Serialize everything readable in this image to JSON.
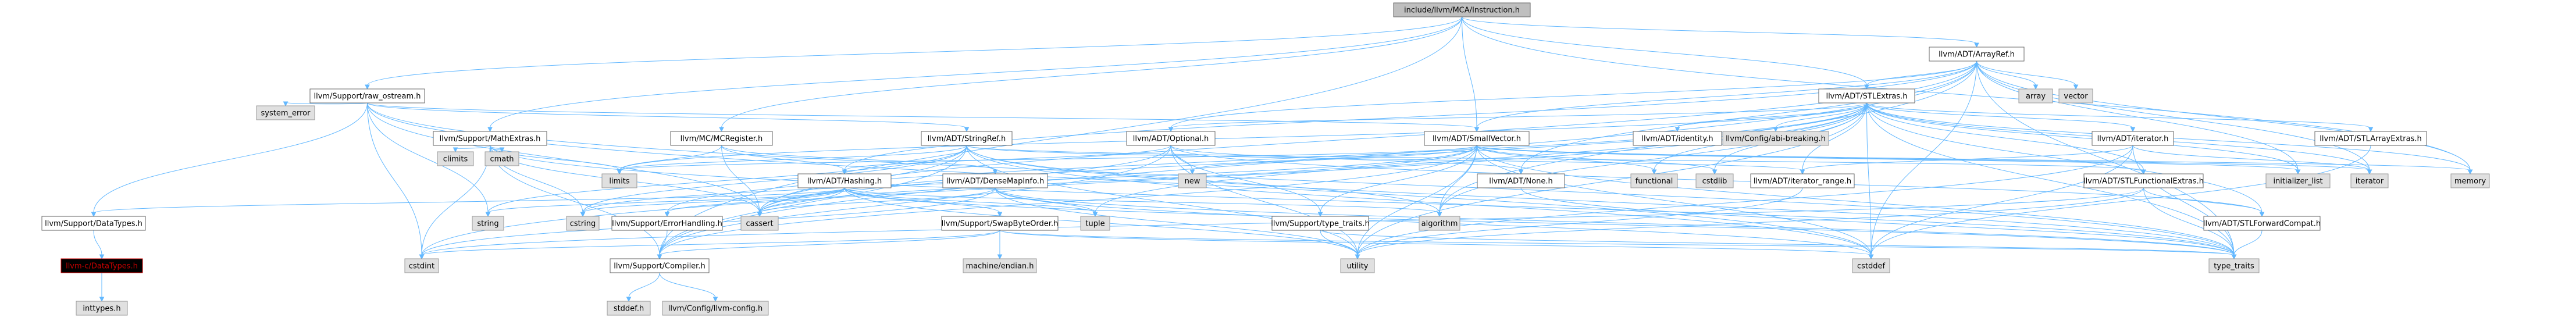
{
  "graph": {
    "nodes": [
      {
        "id": "root",
        "label": "include/llvm/MCA/Instruction.h",
        "kind": "root"
      },
      {
        "id": "arrayref",
        "label": "llvm/ADT/ArrayRef.h",
        "kind": "regular"
      },
      {
        "id": "raw_ostream",
        "label": "llvm/Support/raw_ostream.h",
        "kind": "regular"
      },
      {
        "id": "stlextras",
        "label": "llvm/ADT/STLExtras.h",
        "kind": "regular"
      },
      {
        "id": "array",
        "label": "array",
        "kind": "system"
      },
      {
        "id": "vector",
        "label": "vector",
        "kind": "system"
      },
      {
        "id": "system_error",
        "label": "system_error",
        "kind": "system"
      },
      {
        "id": "mathextras",
        "label": "llvm/Support/MathExtras.h",
        "kind": "regular"
      },
      {
        "id": "mcregister",
        "label": "llvm/MC/MCRegister.h",
        "kind": "regular"
      },
      {
        "id": "stringref",
        "label": "llvm/ADT/StringRef.h",
        "kind": "regular"
      },
      {
        "id": "optional",
        "label": "llvm/ADT/Optional.h",
        "kind": "regular"
      },
      {
        "id": "smallvector",
        "label": "llvm/ADT/SmallVector.h",
        "kind": "regular"
      },
      {
        "id": "identity",
        "label": "llvm/ADT/identity.h",
        "kind": "regular"
      },
      {
        "id": "abibreaking",
        "label": "llvm/Config/abi-breaking.h",
        "kind": "system"
      },
      {
        "id": "iteratorh",
        "label": "llvm/ADT/iterator.h",
        "kind": "regular"
      },
      {
        "id": "stlarrayextras",
        "label": "llvm/ADT/STLArrayExtras.h",
        "kind": "regular"
      },
      {
        "id": "climits",
        "label": "climits",
        "kind": "system"
      },
      {
        "id": "cmath",
        "label": "cmath",
        "kind": "system"
      },
      {
        "id": "limits",
        "label": "limits",
        "kind": "system"
      },
      {
        "id": "hashing",
        "label": "llvm/ADT/Hashing.h",
        "kind": "regular"
      },
      {
        "id": "densemapinfo",
        "label": "llvm/ADT/DenseMapInfo.h",
        "kind": "regular"
      },
      {
        "id": "new",
        "label": "new",
        "kind": "system"
      },
      {
        "id": "none",
        "label": "llvm/ADT/None.h",
        "kind": "regular"
      },
      {
        "id": "functional",
        "label": "functional",
        "kind": "system"
      },
      {
        "id": "cstdlib",
        "label": "cstdlib",
        "kind": "system"
      },
      {
        "id": "iterator_range",
        "label": "llvm/ADT/iterator_range.h",
        "kind": "regular"
      },
      {
        "id": "stlfunctional",
        "label": "llvm/ADT/STLFunctionalExtras.h",
        "kind": "regular"
      },
      {
        "id": "initializer_list",
        "label": "initializer_list",
        "kind": "system"
      },
      {
        "id": "iterator",
        "label": "iterator",
        "kind": "system"
      },
      {
        "id": "memory",
        "label": "memory",
        "kind": "system"
      },
      {
        "id": "datatypes_support",
        "label": "llvm/Support/DataTypes.h",
        "kind": "regular"
      },
      {
        "id": "string",
        "label": "string",
        "kind": "system"
      },
      {
        "id": "cstring",
        "label": "cstring",
        "kind": "system"
      },
      {
        "id": "errorhandling",
        "label": "llvm/Support/ErrorHandling.h",
        "kind": "regular"
      },
      {
        "id": "cassert",
        "label": "cassert",
        "kind": "system"
      },
      {
        "id": "swapbyteorder",
        "label": "llvm/Support/SwapByteOrder.h",
        "kind": "regular"
      },
      {
        "id": "tuple",
        "label": "tuple",
        "kind": "system"
      },
      {
        "id": "typetraits_support",
        "label": "llvm/Support/type_traits.h",
        "kind": "regular"
      },
      {
        "id": "algorithm",
        "label": "algorithm",
        "kind": "system"
      },
      {
        "id": "stlforwardcompat",
        "label": "llvm/ADT/STLForwardCompat.h",
        "kind": "regular"
      },
      {
        "id": "cdatatypes",
        "label": "llvm-c/DataTypes.h",
        "kind": "highlight"
      },
      {
        "id": "cstdint",
        "label": "cstdint",
        "kind": "system"
      },
      {
        "id": "compiler",
        "label": "llvm/Support/Compiler.h",
        "kind": "regular"
      },
      {
        "id": "machine_endian",
        "label": "machine/endian.h",
        "kind": "system"
      },
      {
        "id": "utility",
        "label": "utility",
        "kind": "system"
      },
      {
        "id": "cstddef",
        "label": "cstddef",
        "kind": "system"
      },
      {
        "id": "type_traits",
        "label": "type_traits",
        "kind": "system"
      },
      {
        "id": "inttypes",
        "label": "inttypes.h",
        "kind": "system"
      },
      {
        "id": "stddef",
        "label": "stddef.h",
        "kind": "system"
      },
      {
        "id": "llvmconfig",
        "label": "llvm/Config/llvm-config.h",
        "kind": "system"
      }
    ]
  }
}
